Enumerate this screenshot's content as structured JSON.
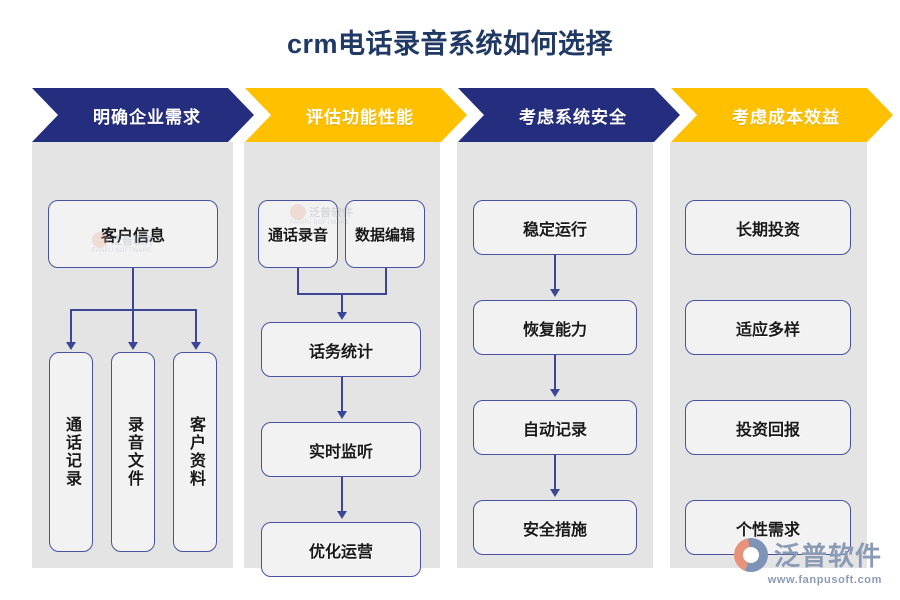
{
  "page_title": "crm电话录音系统如何选择",
  "colors": {
    "navy": "#252E7E",
    "yellow": "#FFC000",
    "title_text": "#1F3864",
    "panel_bg": "#E4E4E4",
    "node_fill": "#F2F2F2",
    "node_border": "#4A52A0",
    "connector": "#3C4596"
  },
  "columns": [
    {
      "banner_label": "明确企业需求",
      "banner_color": "#252E7E",
      "layout": "tree",
      "root": "客户信息",
      "children": [
        "通话记录",
        "录音文件",
        "客户资料"
      ]
    },
    {
      "banner_label": "评估功能性能",
      "banner_color": "#FFC000",
      "layout": "merge-chain",
      "tops": [
        "通话录音",
        "数据编辑"
      ],
      "chain": [
        "话务统计",
        "实时监听",
        "优化运营"
      ]
    },
    {
      "banner_label": "考虑系统安全",
      "banner_color": "#252E7E",
      "layout": "chain",
      "chain": [
        "稳定运行",
        "恢复能力",
        "自动记录",
        "安全措施"
      ]
    },
    {
      "banner_label": "考虑成本效益",
      "banner_color": "#FFC000",
      "layout": "stack",
      "chain": [
        "长期投资",
        "适应多样",
        "投资回报",
        "个性需求"
      ]
    }
  ],
  "logo": {
    "name": "泛普软件",
    "url": "www.fanpusoft.com"
  },
  "watermarks": [
    {
      "name": "泛普软件",
      "url": "FANPU SOFTWARE"
    },
    {
      "name": "泛普软件",
      "url": "FANPU SOFTWARE"
    }
  ]
}
